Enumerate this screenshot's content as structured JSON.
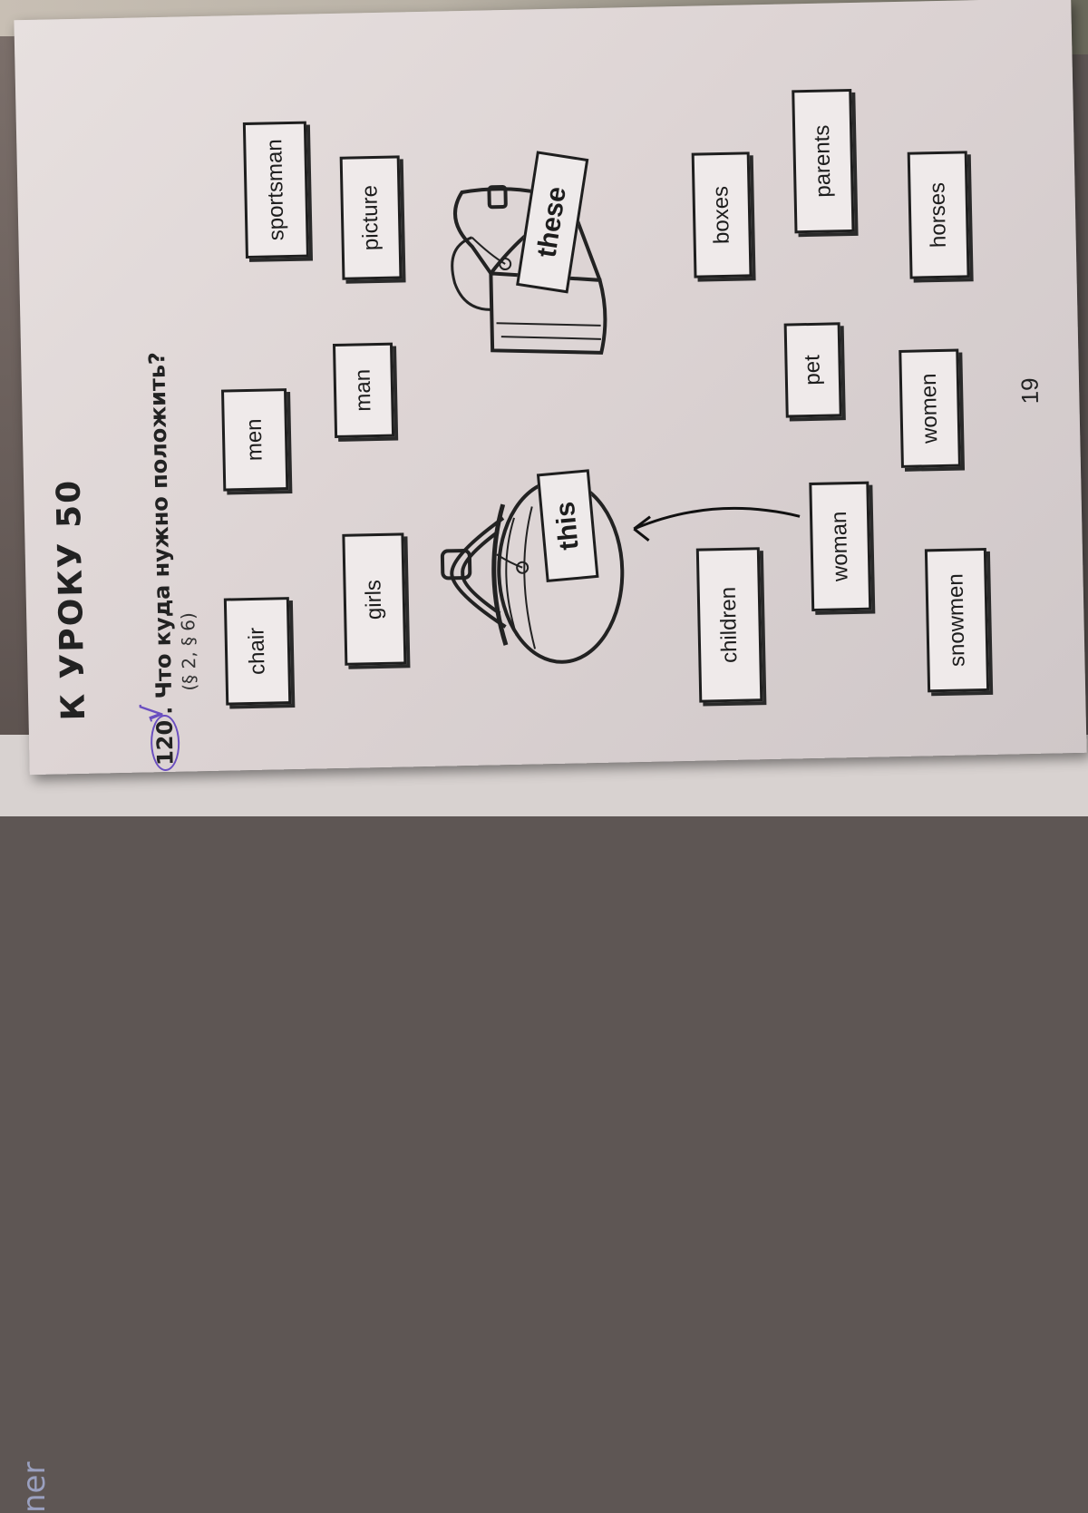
{
  "heading": "К УРОКУ 50",
  "exercise": {
    "number": "120",
    "question": "Что куда нужно положить?",
    "refs": "(§ 2, § 6)"
  },
  "bags": {
    "left_tag": "this",
    "right_tag": "these"
  },
  "word_cards": [
    "chair",
    "girls",
    "men",
    "man",
    "sportsman",
    "picture",
    "children",
    "woman",
    "pet",
    "boxes",
    "parents",
    "snowmen",
    "women",
    "horses"
  ],
  "page_number": "19",
  "under_page_text": "ner",
  "colors": {
    "page": "#e2dbda",
    "ink": "#1e1e1e",
    "pen_mark": "#6a4ec0"
  }
}
